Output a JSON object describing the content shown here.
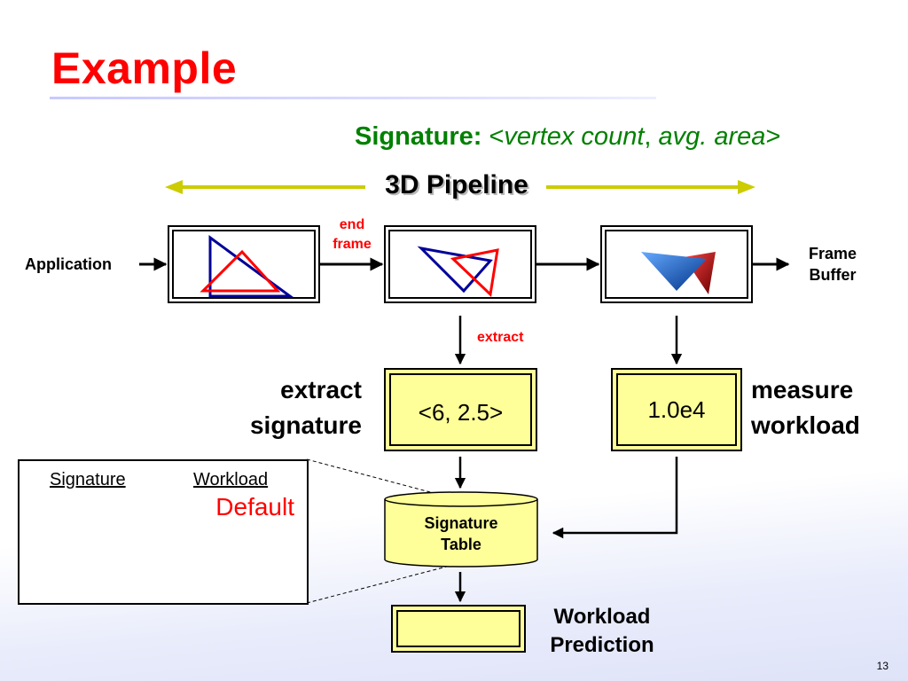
{
  "slide": {
    "title": "Example",
    "page_number": "13"
  },
  "signature_line": {
    "label": "Signature:",
    "open": "<",
    "field1": "vertex count",
    "comma": ", ",
    "field2": "avg. area",
    "close": ">"
  },
  "pipeline": {
    "label": "3D Pipeline",
    "input_label": "Application",
    "output_label_line1": "Frame",
    "output_label_line2": "Buffer",
    "end_frame_line1": "end",
    "end_frame_line2": "frame",
    "extract_label": "extract"
  },
  "signature_box": {
    "value": "<6, 2.5>",
    "side_label_line1": "extract",
    "side_label_line2": "signature"
  },
  "workload_box": {
    "value": "1.0e4",
    "side_label_line1": "measure",
    "side_label_line2": "workload"
  },
  "signature_table": {
    "label_line1": "Signature",
    "label_line2": "Table",
    "columns": [
      "Signature",
      "Workload"
    ],
    "default_value": "Default"
  },
  "prediction": {
    "label_line1": "Workload",
    "label_line2": "Prediction"
  },
  "colors": {
    "title": "#ff0000",
    "signature_text": "#008000",
    "pipeline_arrow": "#cccc00",
    "box_fill": "#ffff99",
    "triangle_red": "#ff0000",
    "triangle_blue": "#000099"
  }
}
